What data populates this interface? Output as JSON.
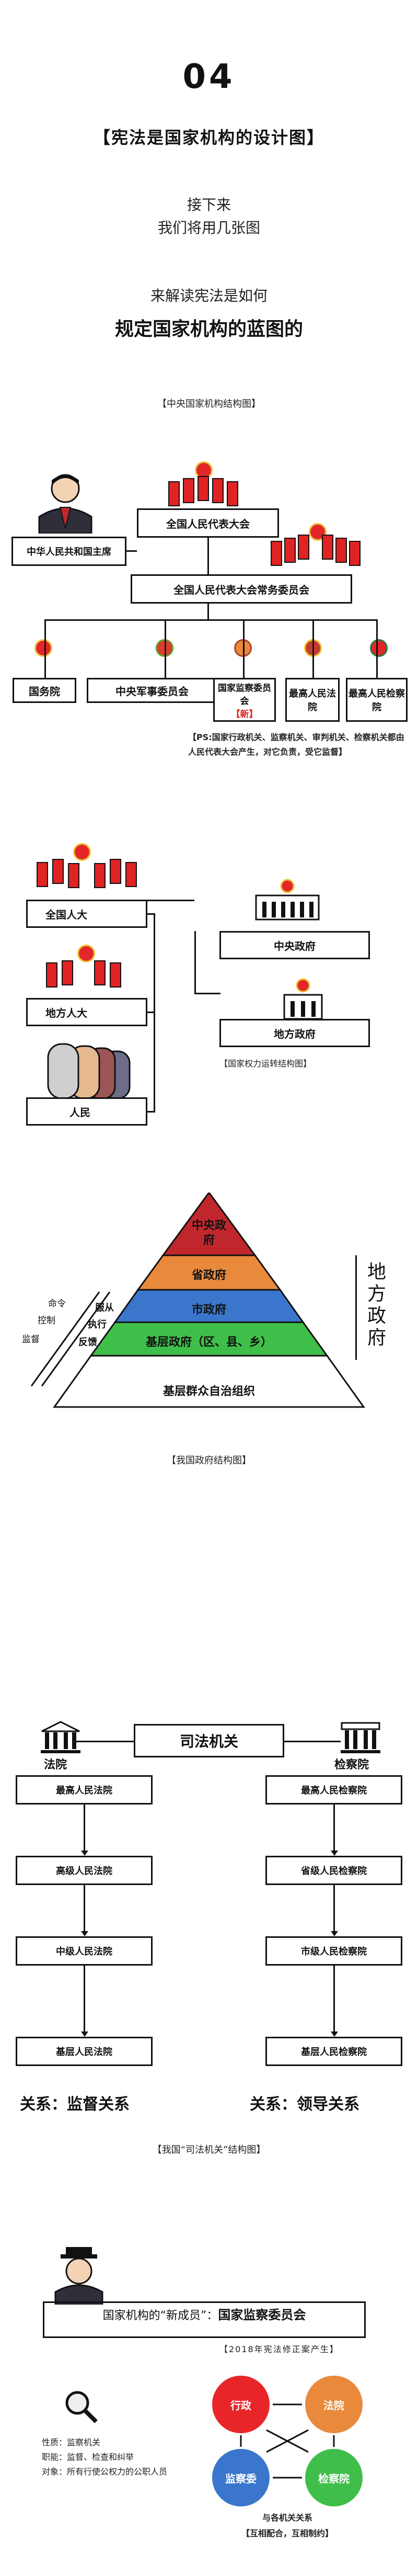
{
  "header": {
    "number": "04",
    "title": "【宪法是国家机构的设计图】",
    "intro": [
      "接下来",
      "我们将用几张图",
      "来解读宪法是如何",
      "规定国家机构的蓝图的"
    ]
  },
  "central": {
    "caption": "【中央国家机构结构图】",
    "president": "中华人民共和国主席",
    "npc": "全国人民代表大会",
    "npcsc": "全国人民代表大会常务委员会",
    "state_council": "国务院",
    "cmc": "中央军事委员会",
    "supervision": "国家监察委员会",
    "supervision_new": "新",
    "court": "最高人民法院",
    "procuratorate": "最高人民检察院",
    "note": "【PS:国家行政机关、监察机关、审判机关、检察机关都由人民代表大会产生，对它负责，受它监督】"
  },
  "power": {
    "npc": "全国人大",
    "local_congress": "地方人大",
    "people": "人民",
    "central_gov": "中央政府",
    "local_gov": "地方政府",
    "caption": "【国家权力运转结构图】"
  },
  "pyramid": {
    "levels": [
      "中央政府",
      "省政府",
      "市政府",
      "基层政府（区、县、乡）",
      "基层群众自治组织"
    ],
    "left_labels": [
      "命令",
      "控制",
      "监督"
    ],
    "right_labels": [
      "服从",
      "执行",
      "反馈"
    ],
    "side_label": "地方政府",
    "caption": "【我国政府结构图】"
  },
  "judicial": {
    "title": "司法机关",
    "court_label": "法院",
    "proc_label": "检察院",
    "courts": [
      "最高人民法院",
      "高级人民法院",
      "中级人民法院",
      "基层人民法院"
    ],
    "procs": [
      "最高人民检察院",
      "省级人民检察院",
      "市级人民检察院",
      "基层人民检察院"
    ],
    "court_relation": "关系：监督关系",
    "proc_relation": "关系：领导关系",
    "caption": "【我国“司法机关”结构图】"
  },
  "newmember": {
    "title_prefix": "国家机构的“新成员”：",
    "title_bold": "国家监察委员会",
    "subtitle": "【2018年宪法修正案产生】",
    "nature_label": "性质：",
    "nature": "监察机关",
    "duty_label": "职能：",
    "duty": "监督、检查和纠举",
    "target_label": "对象：",
    "target": "所有行使公权力的公职人员",
    "circles": [
      "行政",
      "法院",
      "监察委",
      "检察院"
    ],
    "relation_caption": "与各机关关系",
    "relation_note": "【互相配合，互相制约】"
  }
}
